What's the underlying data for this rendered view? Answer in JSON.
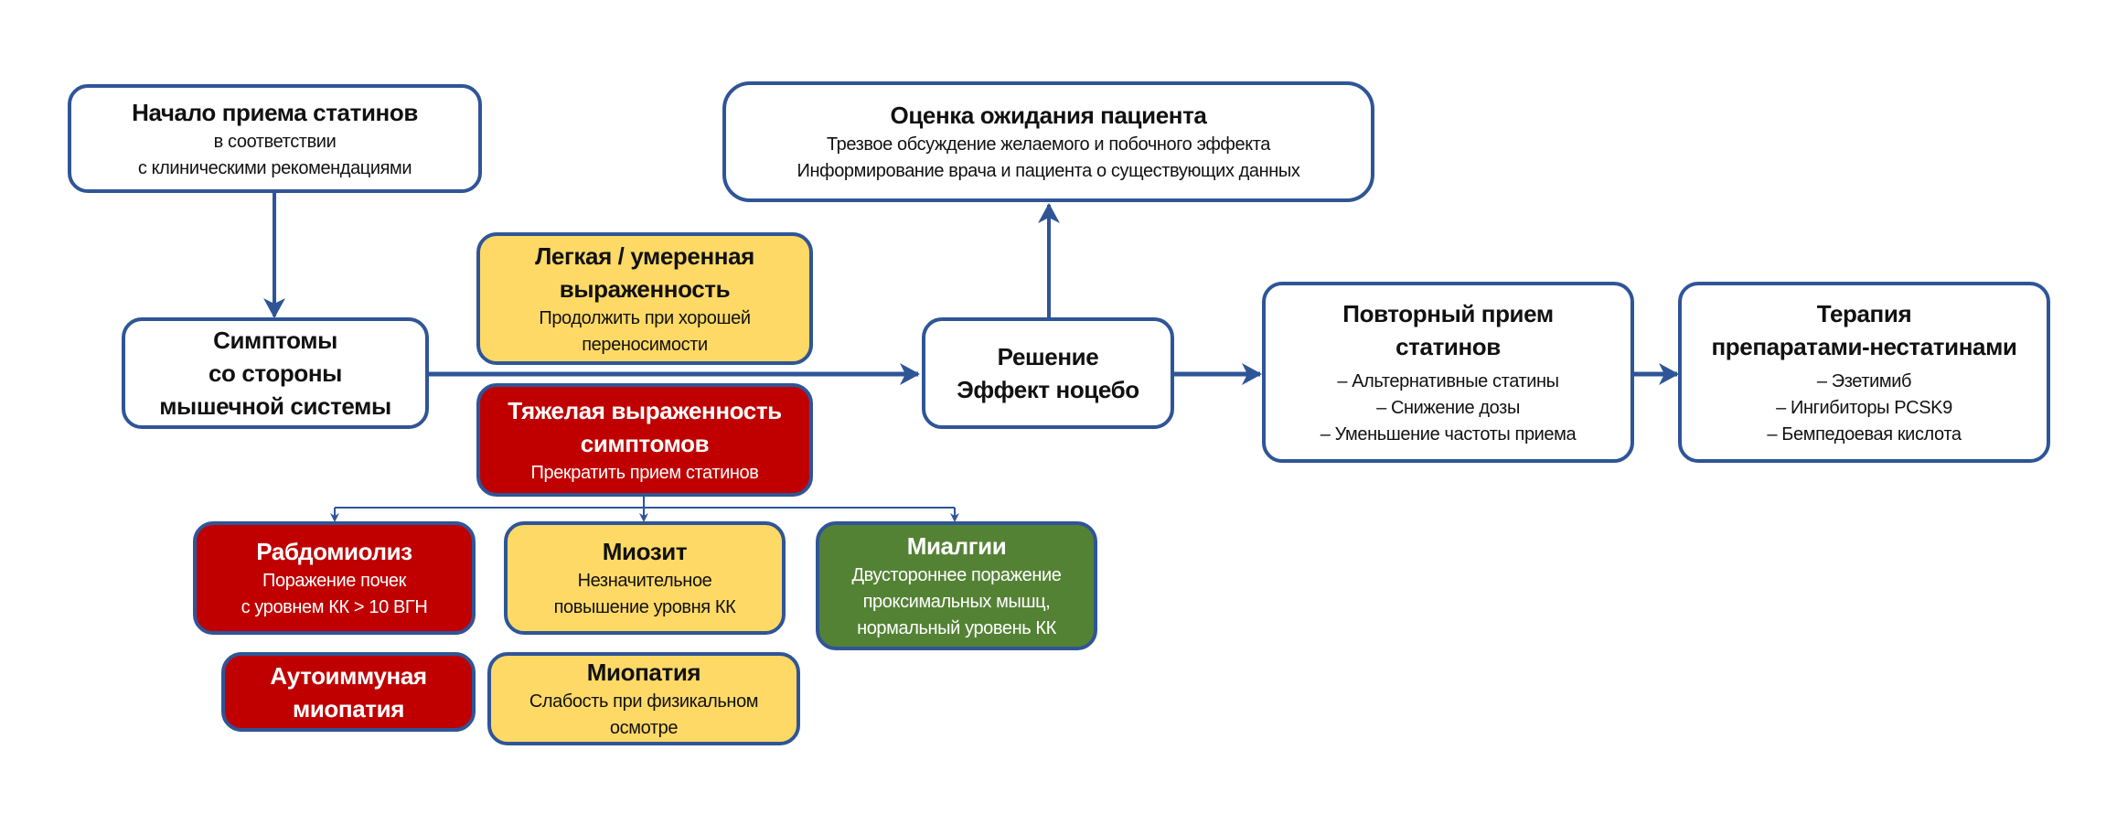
{
  "colors": {
    "border": "#2f5597",
    "severe": "#c00000",
    "moderate": "#ffd966",
    "mild": "#548235"
  },
  "start": {
    "title": "Начало приема статинов",
    "lines": [
      "в соответствии",
      "с клиническими рекомендациями"
    ]
  },
  "expectation": {
    "title": "Оценка ожидания пациента",
    "lines": [
      "Трезвое обсуждение желаемого и побочного эффекта",
      "Информирование врача и пациента о существующих данных"
    ]
  },
  "symptoms": {
    "lines": [
      "Симптомы",
      "со стороны",
      "мышечной системы"
    ]
  },
  "mild": {
    "title_lines": [
      "Легкая / умеренная",
      "выраженность"
    ],
    "lines": [
      "Продолжить при хорошей",
      "переносимости"
    ]
  },
  "severe": {
    "title_lines": [
      "Тяжелая выраженность",
      "симптомов"
    ],
    "lines": [
      "Прекратить прием статинов"
    ]
  },
  "decision": {
    "lines": [
      "Решение",
      "Эффект ноцебо"
    ]
  },
  "rechallenge": {
    "title_lines": [
      "Повторный прием",
      "статинов"
    ],
    "lines": [
      "– Альтернативные статины",
      "– Снижение дозы",
      "– Уменьшение частоты приема"
    ]
  },
  "nonstatin": {
    "title_lines": [
      "Терапия",
      "препаратами-нестатинами"
    ],
    "lines": [
      "– Эзетимиб",
      "– Ингибиторы PCSK9",
      "– Бемпедоевая кислота"
    ]
  },
  "rhabdo": {
    "title": "Рабдомиолиз",
    "lines": [
      "Поражение почек",
      "с уровнем КК > 10 ВГН"
    ]
  },
  "myositis": {
    "title": "Миозит",
    "lines": [
      "Незначительное",
      "повышение уровня КК"
    ]
  },
  "myalgia": {
    "title": "Миалгии",
    "lines": [
      "Двустороннее поражение",
      "проксимальных мышц,",
      "нормальный уровень КК"
    ]
  },
  "autoimmune": {
    "title_lines": [
      "Аутоиммуная",
      "миопатия"
    ]
  },
  "myopathy": {
    "title": "Миопатия",
    "lines": [
      "Слабость при физикальном",
      "осмотре"
    ]
  }
}
